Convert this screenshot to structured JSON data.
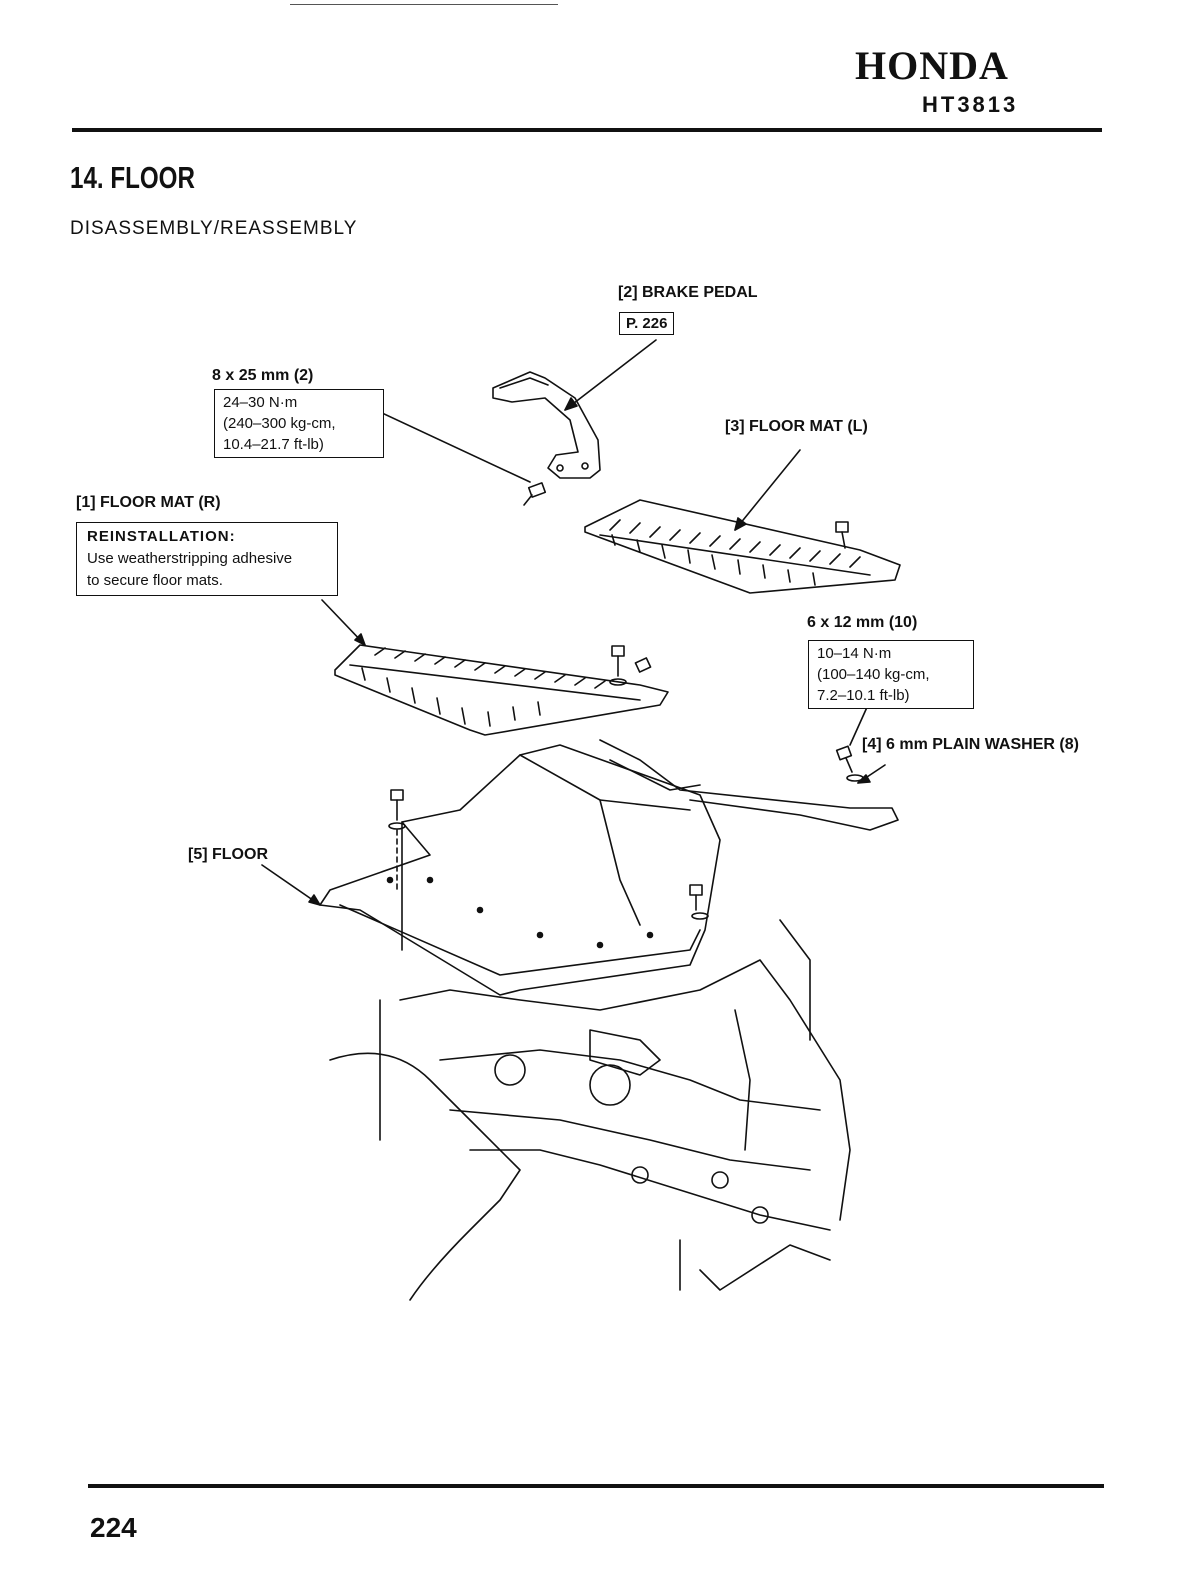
{
  "header": {
    "brand": "HONDA",
    "model": "HT3813"
  },
  "section": {
    "title": "14. FLOOR",
    "subtitle": "DISASSEMBLY/REASSEMBLY"
  },
  "callouts": {
    "brake_pedal": {
      "label": "[2] BRAKE PEDAL",
      "ref": "P. 226"
    },
    "bolt_8x25": {
      "label": "8 x 25 mm (2)",
      "torque": [
        "24–30 N·m",
        "(240–300 kg-cm,",
        "10.4–21.7 ft-lb)"
      ]
    },
    "floor_mat_l": {
      "label": "[3] FLOOR MAT (L)"
    },
    "floor_mat_r": {
      "label": "[1] FLOOR MAT (R)",
      "note_heading": "REINSTALLATION:",
      "note_lines": [
        "Use weatherstripping adhesive",
        "to secure floor mats."
      ]
    },
    "bolt_6x12": {
      "label": "6 x 12 mm (10)",
      "torque": [
        "10–14 N·m",
        "(100–140 kg-cm,",
        "7.2–10.1 ft-lb)"
      ]
    },
    "washer": {
      "label": "[4] 6 mm PLAIN WASHER (8)"
    },
    "floor": {
      "label": "[5] FLOOR"
    }
  },
  "footer": {
    "page_number": "224"
  }
}
